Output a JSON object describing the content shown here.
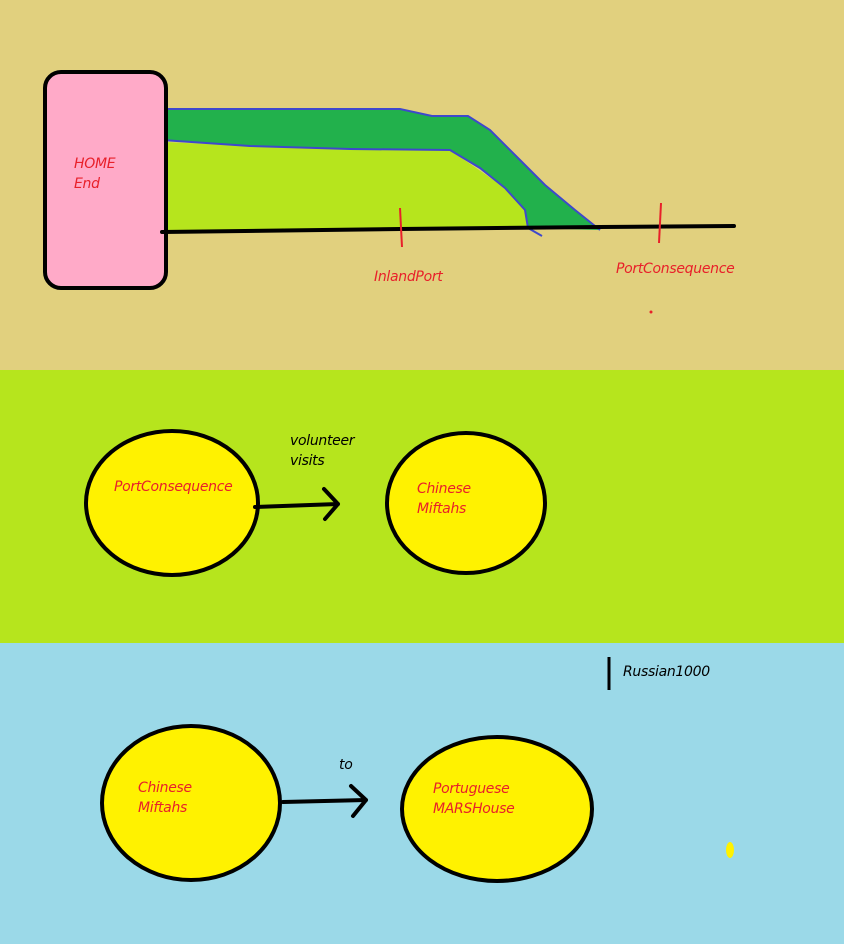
{
  "colors": {
    "band_top": "#e1d07e",
    "band_mid": "#b6e51d",
    "band_bottom": "#9bd9e8",
    "home_box": "#ffaac8",
    "road_dark": "#22b14c",
    "road_light": "#b6e51d",
    "road_outline": "#3f48cc",
    "node_fill": "#fff200",
    "label_red": "#e8202a",
    "label_black": "#000000"
  },
  "top": {
    "home_line1": "HOME",
    "home_line2": "End",
    "inland_port": "InlandPort",
    "port_consequence": "PortConsequence"
  },
  "middle": {
    "node_left": "PortConsequence",
    "edge_line1": "volunteer",
    "edge_line2": "visits",
    "node_right_line1": "Chinese",
    "node_right_line2": "Miftahs"
  },
  "bottom": {
    "marker_label": "Russian1000",
    "node_left_line1": "Chinese",
    "node_left_line2": "Miftahs",
    "edge_label": "to",
    "node_right_line1": "Portuguese",
    "node_right_line2": "MARSHouse"
  }
}
